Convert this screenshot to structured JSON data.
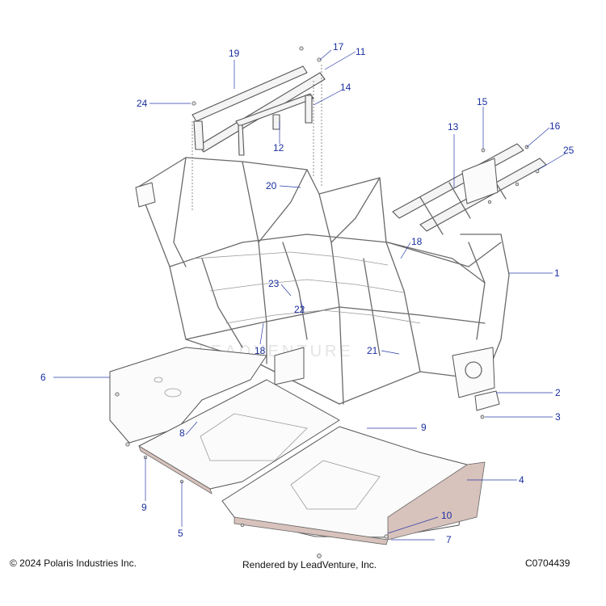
{
  "callouts": [
    {
      "id": "c19",
      "label": "19"
    },
    {
      "id": "c17",
      "label": "17"
    },
    {
      "id": "c11",
      "label": "11"
    },
    {
      "id": "c24",
      "label": "24"
    },
    {
      "id": "c14",
      "label": "14"
    },
    {
      "id": "c12",
      "label": "12"
    },
    {
      "id": "c15",
      "label": "15"
    },
    {
      "id": "c13",
      "label": "13"
    },
    {
      "id": "c16",
      "label": "16"
    },
    {
      "id": "c25",
      "label": "25"
    },
    {
      "id": "c20",
      "label": "20"
    },
    {
      "id": "c18a",
      "label": "18"
    },
    {
      "id": "c1",
      "label": "1"
    },
    {
      "id": "c23",
      "label": "23"
    },
    {
      "id": "c22",
      "label": "22"
    },
    {
      "id": "c21",
      "label": "21"
    },
    {
      "id": "c18b",
      "label": "18"
    },
    {
      "id": "c6",
      "label": "6"
    },
    {
      "id": "c2",
      "label": "2"
    },
    {
      "id": "c3",
      "label": "3"
    },
    {
      "id": "c8",
      "label": "8"
    },
    {
      "id": "c9a",
      "label": "9"
    },
    {
      "id": "c9b",
      "label": "9"
    },
    {
      "id": "c4",
      "label": "4"
    },
    {
      "id": "c5",
      "label": "5"
    },
    {
      "id": "c10",
      "label": "10"
    },
    {
      "id": "c7",
      "label": "7"
    }
  ],
  "footer": {
    "copyright": "© 2024 Polaris Industries Inc.",
    "rendered_by": "Rendered by LeadVenture, Inc.",
    "diagram_code": "C0704439"
  },
  "watermark": "LEADVENTURE",
  "colors": {
    "callout_text": "#1a2fa0",
    "leader_line": "#2a3aa8",
    "line_art": "#555555",
    "skid_edge": "#d8c2bc"
  }
}
